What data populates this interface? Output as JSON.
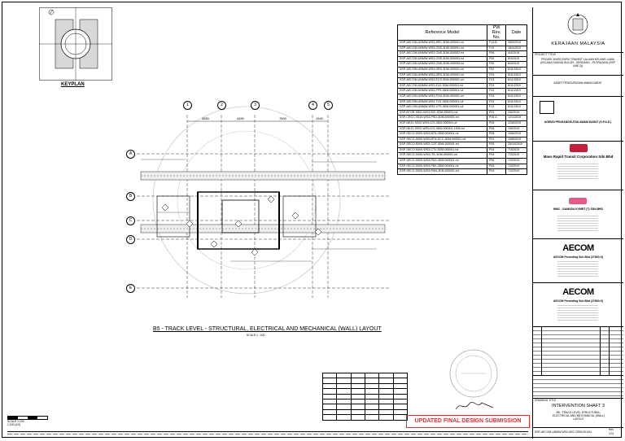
{
  "keyplan_label": "KEYPLAN",
  "reference_table": {
    "headers": [
      "Reference Model",
      "PW Rev. No.",
      "Date"
    ],
    "rows": [
      [
        "SSP-AECOM-UNMW-WS3-ARC-3DM-000001.rvt",
        "F14.B",
        "28/5/2019"
      ],
      [
        "SSP-AECOM-UNMW-WS3-CNS-3DM-000001.rvt",
        "F10",
        "18/3/2019"
      ],
      [
        "SSP-AECOM-UNMW-WS3-CNS-3DM-000002.rvt",
        "P06",
        "4/4/2018"
      ],
      [
        "SSP-AECOM-UNMW-WS3-CNS-3DM-000003.rvt",
        "F00",
        "8/4/2019"
      ],
      [
        "SSP-AECOM-UNMW-WS3-CNS-3DM-000005.rvt",
        "F00",
        "8/4/2019"
      ],
      [
        "SSP-AECOM-UNMW-WS3-DRS-3DM-000001.rvt",
        "F02",
        "6/11/2019"
      ],
      [
        "SSP-AECOM-UNMW-WS3-DRS-3DM-000001.rvt",
        "F24",
        "6/11/2019"
      ],
      [
        "SSP-AECOM-UNMW-WS3-ECS-3DM-000001.rvt",
        "F24",
        "6/11/2019"
      ],
      [
        "SSP-AECOM-UNMW-WS3-ELE-3DM-000001.rvt",
        "F24",
        "6/11/2019"
      ],
      [
        "SSP-AECOM-UNMW-WS3-FPS-3DM-000001.rvt",
        "F24",
        "6/11/2019"
      ],
      [
        "SSP-AECOM-UNMW-WS3-PLM-3DM-000001.rvt",
        "F24",
        "6/11/2019"
      ],
      [
        "SSP-AECOM-UNMW-WS3-TVS-3DM-000001.rvt",
        "F24",
        "6/11/2019"
      ],
      [
        "SSP-AECOM-UNMW-WS3-VTS-3DM-000001.rvt",
        "F12",
        "6/11/2019"
      ],
      [
        "SSP-BTGR-S501-WS3-SIG-3DM-000001.rvt",
        "P01",
        "2/6/2019"
      ],
      [
        "SSP-CRCC-S515-WS3-PSD-3DM-000001.rvt",
        "P05 A",
        "12/1/2019"
      ],
      [
        "SSP-NEJV-SS02-WS3-ICS-3DM-000001.rvt",
        "P05",
        "22/8/2019"
      ],
      [
        "SSP-NEJV-SS02-WS3-ICS-3DM-000001-1905.rvt",
        "P06",
        "1/6/2019"
      ],
      [
        "SSP-SECO-S009-WS3-BTN-3DM-000001.rvt",
        "P08",
        "15/8/2019"
      ],
      [
        "SSP-SECO-S009-WS3-BTN-SCC-3DM-000001.rvt",
        "P01",
        "15/8/2019"
      ],
      [
        "SSP-SECO-S009-WS3-COT-3DM-000001.rvt",
        "P05",
        "25/10/2019"
      ],
      [
        "SSP-SECO-S009-WS3-CTV-3DM-000001.rvt",
        "P04",
        "7/3/2019"
      ],
      [
        "SSP-SECO-S009-WS3-ITE-3DM-000001.rvt",
        "P04",
        "7/3/2019"
      ],
      [
        "SSP-SECO-S009-WS3-PAG-3DM-000001.rvt",
        "P06",
        "7/3/2019"
      ],
      [
        "SSP-SECO-S009-WS3-PBX-3DM-000001.rvt",
        "P06",
        "7/3/2019"
      ],
      [
        "SSP-SECO-S009-WS3-RAN-3DM-000001.rvt",
        "P04",
        "7/3/2019"
      ]
    ]
  },
  "gridlines": {
    "columns": [
      "1",
      "2",
      "3",
      "4",
      "5"
    ],
    "rows": [
      "A",
      "B",
      "C",
      "D",
      "E"
    ],
    "dims": [
      "4850",
      "4450",
      "7800",
      "1540"
    ]
  },
  "drawing_title": "B5 - TRACK LEVEL - STRUCTURAL, ELECTRICAL AND MECHANICAL (WALL) LAYOUT",
  "drawing_scale": "SCALE 1 : 100",
  "stamp_text": "UPDATED FINAL DESIGN SUBMISSION",
  "scale_bar": {
    "label_top": "SCALE 1:100",
    "label_bottom": "1:100 (A3)"
  },
  "title_block": {
    "client_name": "KERAJAAN MALAYSIA",
    "project_title_label": "PROJECT TITLE",
    "project_title": "PROJEK MASS RAPID TRANSIT LALUAN KELANG LAMA (KELANA SUNGAI BULOH - SERDANG - PUTRAJAYA (SSP LINE 2))",
    "consultant_1": "ASSET PENGURUSAN AWAM DARAT",
    "agency_name": "AGENSI PENGANGKUTAN AWAM DARAT (S.P.A.D.)",
    "mrt_name": "Mass Rapid Transit Corporation Sdn Bhd",
    "mmc_name": "MMC - GAMUDA KVMRT (T) SDN BHD",
    "aecom_1": "AECOM",
    "aecom_1_sub": "AECOM Perunding Sdn Bhd (27660-X)",
    "aecom_2": "AECOM",
    "aecom_2_sub": "AECOM Perunding Sdn Bhd (27660-X)",
    "drawing_name_label": "DRAWING TITLE",
    "drawing_name": "INTERVENTION SHAFT 3",
    "drawing_desc": "B5 - TRACK LEVEL STRUCTURAL, ELECTRICAL AND MECHANICAL (WALL) LAYOUT",
    "drawing_no": "SSP-AECOM-UNMW-WS3-ARC-DRW-001011",
    "rev_label": "Rev",
    "rev": "C01"
  },
  "colors": {
    "stamp_red": "#e03030",
    "line": "#000000",
    "gray_bg": "#d8d8d8"
  }
}
